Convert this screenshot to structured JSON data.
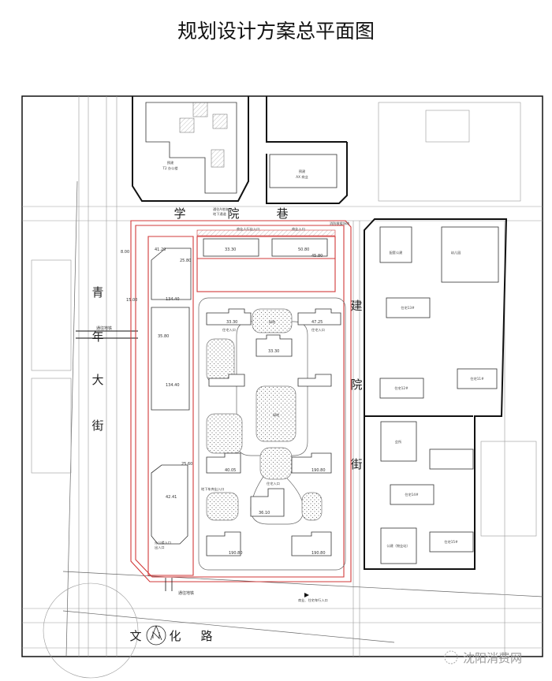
{
  "title": "规划设计方案总平面图",
  "roads": {
    "north": [
      "学",
      "院",
      "巷"
    ],
    "west": [
      "青",
      "年",
      "大",
      "街"
    ],
    "east": [
      "建",
      "院",
      "街"
    ],
    "south": [
      "文",
      "化",
      "路"
    ]
  },
  "existing_buildings": {
    "t2_office": [
      "预建",
      "T2 办公楼"
    ],
    "ax_commercial": [
      "预建",
      "AX 商业"
    ]
  },
  "annotations": {
    "subway_west": "通往地铁",
    "subway_south": "通往地铁",
    "north_garage": [
      "通往A地块",
      "地下通道"
    ],
    "commercial_entry": "商业人行出入口",
    "shop_entry": "商业入口",
    "residential_entry": "住宅入口",
    "garage_entry": "地下车库出入口",
    "office_entry": [
      "办公楼入口",
      "出入口"
    ],
    "south_entry": "商业、住宅车行入口",
    "fire_access": "消防救援场地"
  },
  "site": {
    "green_label": "绿地",
    "residential_label": "住宅入口",
    "values": [
      "33.30",
      "47.25",
      "40.05",
      "190.80",
      "36.10",
      "33.30",
      "25.60",
      "41.20",
      "45.80",
      "50.80",
      "134.40",
      "25.80",
      "42.41",
      "35.80",
      "15.00",
      "8.00"
    ]
  },
  "east_block": {
    "buildings": [
      "配套公建",
      "幼儿园",
      "住宅13#",
      "住宅11#",
      "住宅12#",
      "会所",
      "住宅14#",
      "住宅15#",
      "公建（物业站）"
    ]
  },
  "watermark": "沈阳消费网"
}
